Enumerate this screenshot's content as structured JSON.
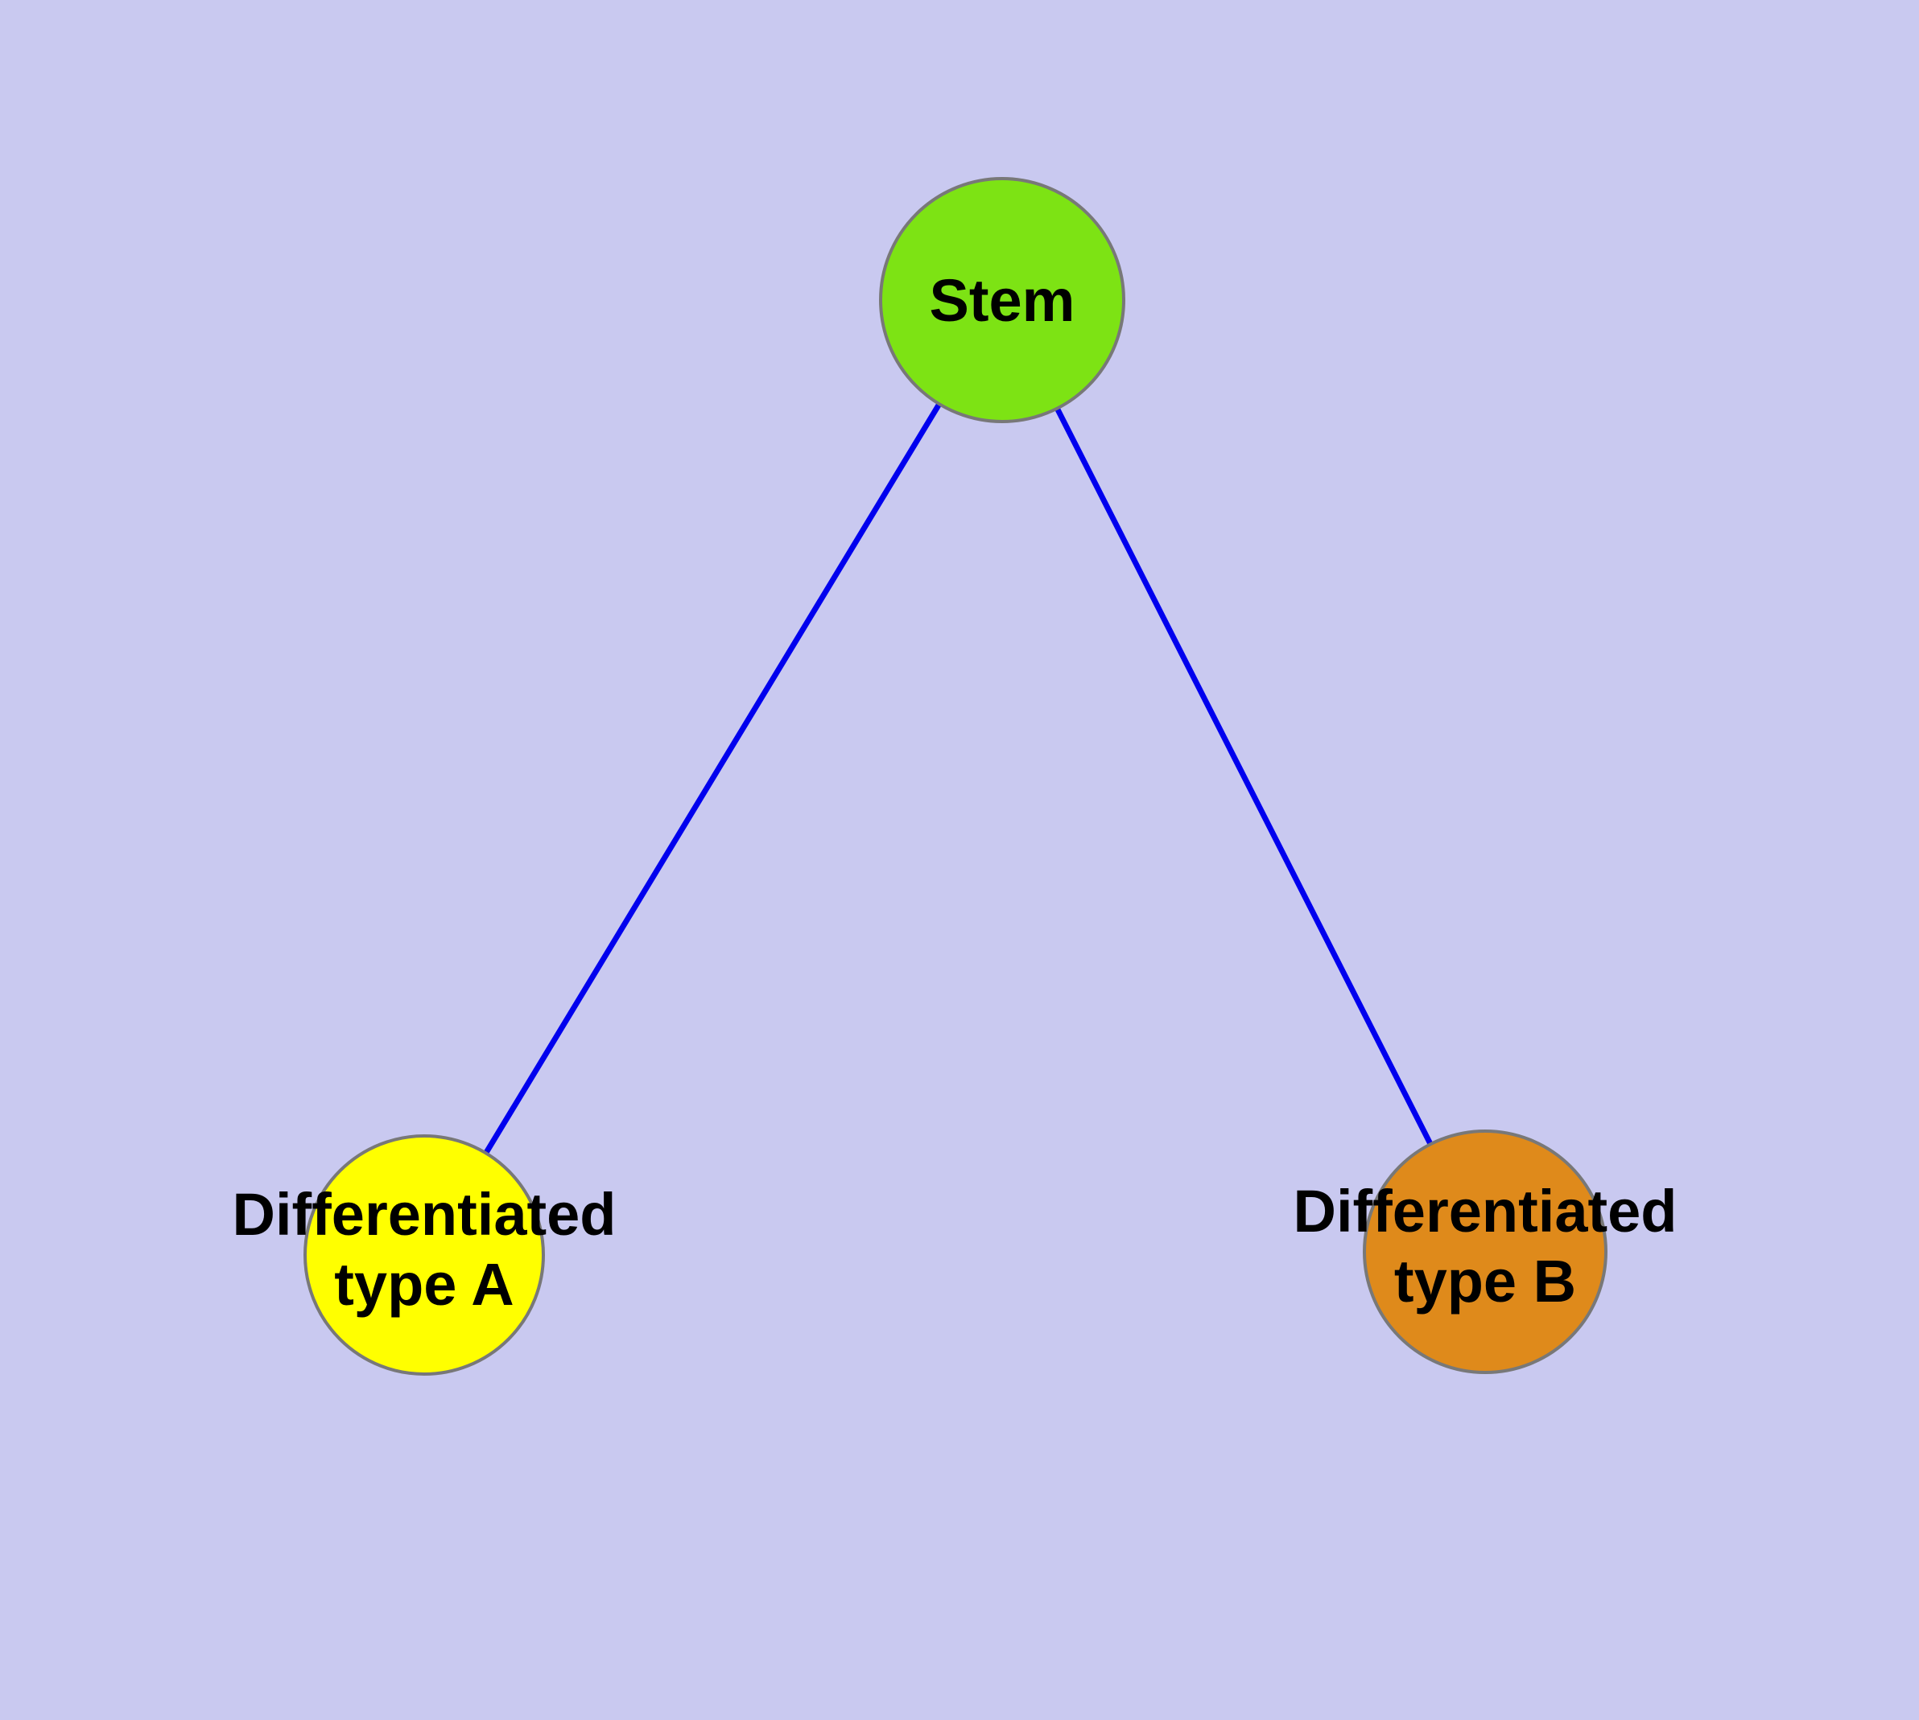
{
  "diagram": {
    "background_color": "#c9c9f0",
    "edge_color": "#0000ee",
    "node_border_color": "#787878",
    "text_color": "#000000",
    "nodes": [
      {
        "id": "stem",
        "label": "Stem",
        "color": "#7de314"
      },
      {
        "id": "differentiated-type-a",
        "label": "Differentiated type A",
        "label_line1": "Differentiated",
        "label_line2": "type A",
        "color": "#ffff00"
      },
      {
        "id": "differentiated-type-b",
        "label": "Differentiated type B",
        "label_line1": "Differentiated",
        "label_line2": "type B",
        "color": "#df8a1b"
      }
    ],
    "edges": [
      {
        "from": "Stem",
        "to": "Differentiated type A"
      },
      {
        "from": "Stem",
        "to": "Differentiated type B"
      }
    ]
  }
}
